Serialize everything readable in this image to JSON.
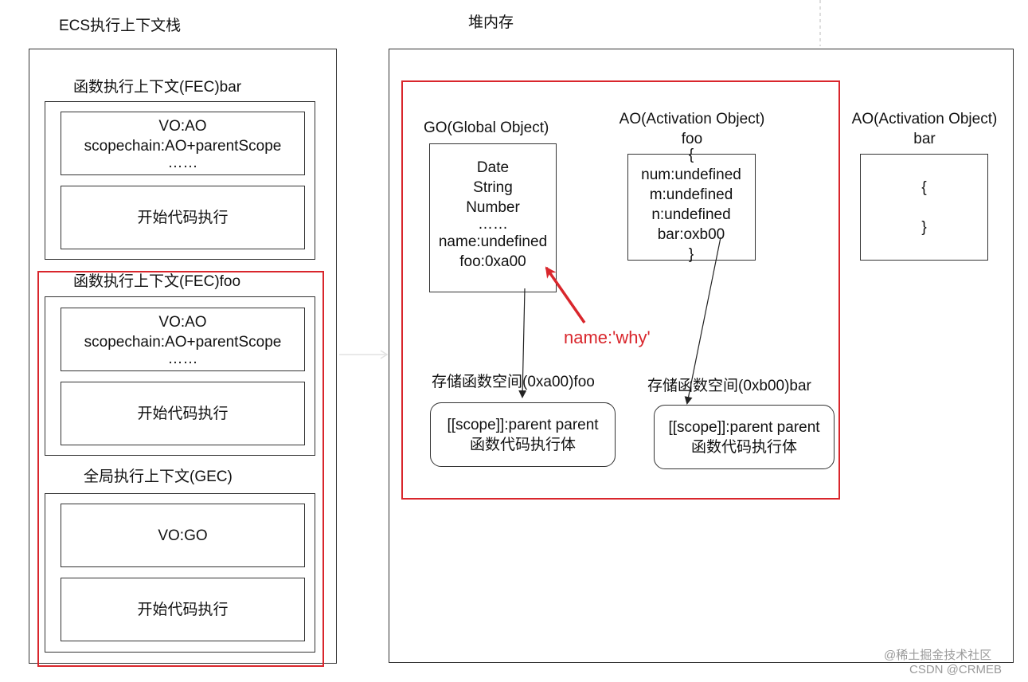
{
  "ecs": {
    "title": "ECS执行上下文栈",
    "fec_bar": {
      "title": "函数执行上下文(FEC)bar",
      "vo_lines": [
        "VO:AO",
        "scopechain:AO+parentScope",
        "……"
      ],
      "exec": "开始代码执行"
    },
    "fec_foo": {
      "title": "函数执行上下文(FEC)foo",
      "vo_lines": [
        "VO:AO",
        "scopechain:AO+parentScope",
        "……"
      ],
      "exec": "开始代码执行"
    },
    "gec": {
      "title": "全局执行上下文(GEC)",
      "vo": "VO:GO",
      "exec": "开始代码执行"
    }
  },
  "heap": {
    "title": "堆内存",
    "go": {
      "title": "GO(Global Object)",
      "lines": [
        "Date",
        "String",
        "Number",
        "……",
        "name:undefined",
        "foo:0xa00"
      ]
    },
    "ao_foo": {
      "title": "AO(Activation Object)",
      "subtitle": "foo",
      "lines": [
        "{",
        "num:undefined",
        "m:undefined",
        "n:undefined",
        "bar:oxb00",
        "}"
      ]
    },
    "ao_bar": {
      "title": "AO(Activation Object)",
      "subtitle": "bar",
      "open": "{",
      "close": "}"
    },
    "annotation": "name:'why'",
    "foo_space": {
      "title": "存储函数空间(0xa00)foo",
      "lines": [
        "[[scope]]:parent parent",
        "函数代码执行体"
      ]
    },
    "bar_space": {
      "title": "存储函数空间(0xb00)bar",
      "lines": [
        "[[scope]]:parent parent",
        "函数代码执行体"
      ]
    }
  },
  "watermark": {
    "line1": "@稀土掘金技术社区",
    "line2": "CSDN @CRMEB"
  },
  "colors": {
    "highlight": "#d9262c",
    "stroke": "#333333"
  }
}
